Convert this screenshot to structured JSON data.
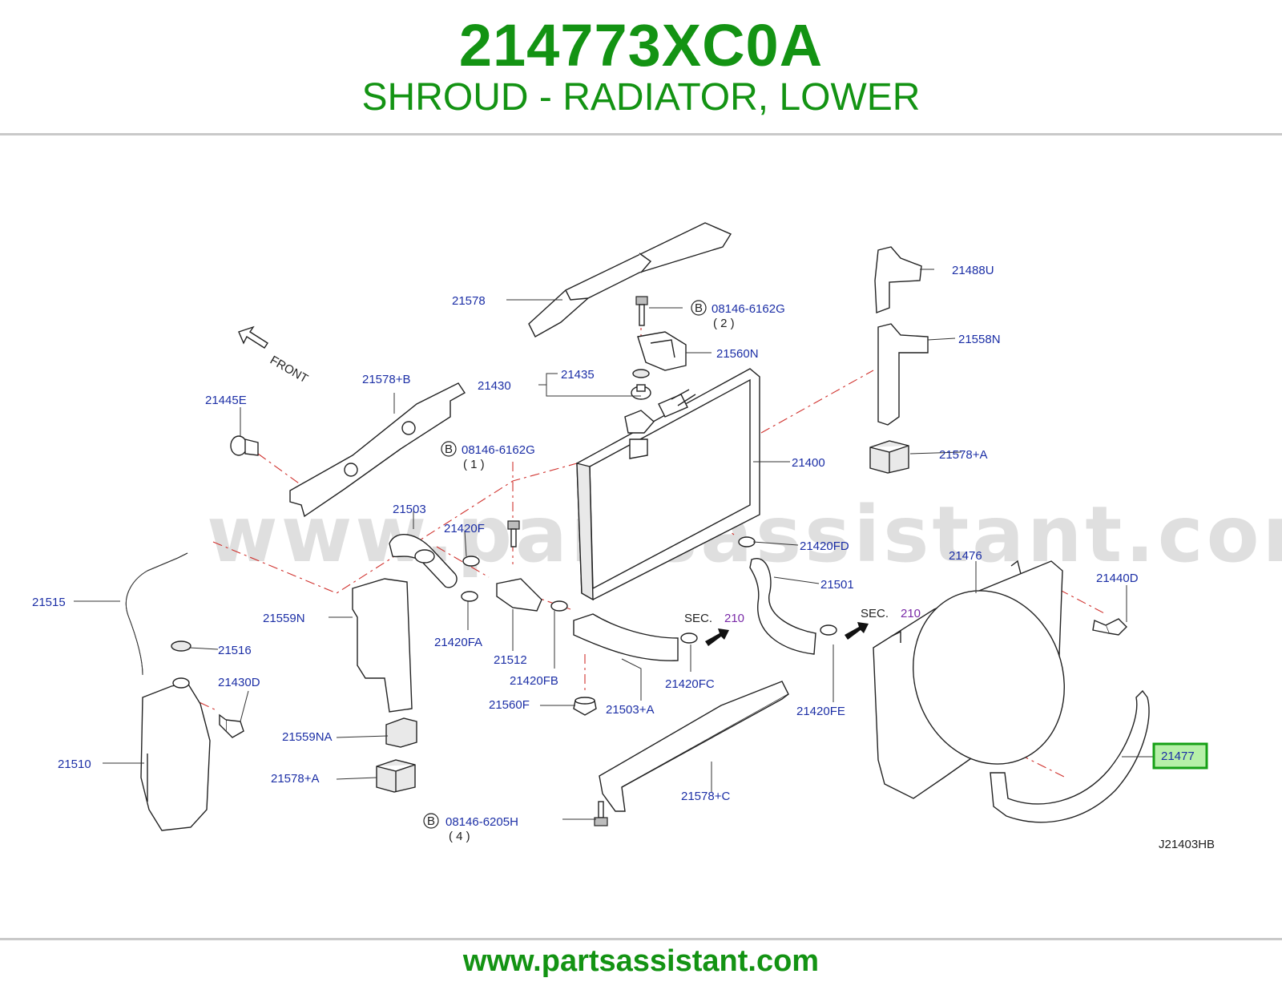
{
  "header": {
    "part_number": "214773XC0A",
    "description": "SHROUD - RADIATOR, LOWER"
  },
  "diagram": {
    "watermark": "www.partsassistant.com",
    "front_label": "FRONT",
    "code": "J21403HB",
    "highlighted_part": "21477",
    "sec_labels": [
      {
        "prefix": "SEC.",
        "number": "210"
      },
      {
        "prefix": "SEC.",
        "number": "210"
      }
    ],
    "bolt_callouts": [
      {
        "circle": "B",
        "part": "08146-6162G",
        "qty": "( 2 )"
      },
      {
        "circle": "B",
        "part": "08146-6162G",
        "qty": "( 1 )"
      },
      {
        "circle": "B",
        "part": "08146-6205H",
        "qty": "( 4 )"
      }
    ],
    "labels": [
      "21578",
      "21488U",
      "21560N",
      "21558N",
      "21435",
      "21430",
      "21578+B",
      "21445E",
      "21400",
      "21578+A",
      "21503",
      "21420F",
      "21420FD",
      "21476",
      "21440D",
      "21501",
      "21515",
      "21559N",
      "21420FA",
      "21516",
      "21512",
      "21420FB",
      "21420FC",
      "21430D",
      "21560F",
      "21503+A",
      "21420FE",
      "21559NA",
      "21510",
      "21578+A",
      "21578+C",
      "21477"
    ]
  },
  "footer": {
    "url": "www.partsassistant.com"
  },
  "colors": {
    "brand_green": "#139313",
    "label_blue": "#1c2fa6",
    "dash_red": "#d0312d",
    "highlight_bg": "#b6f0a8"
  }
}
